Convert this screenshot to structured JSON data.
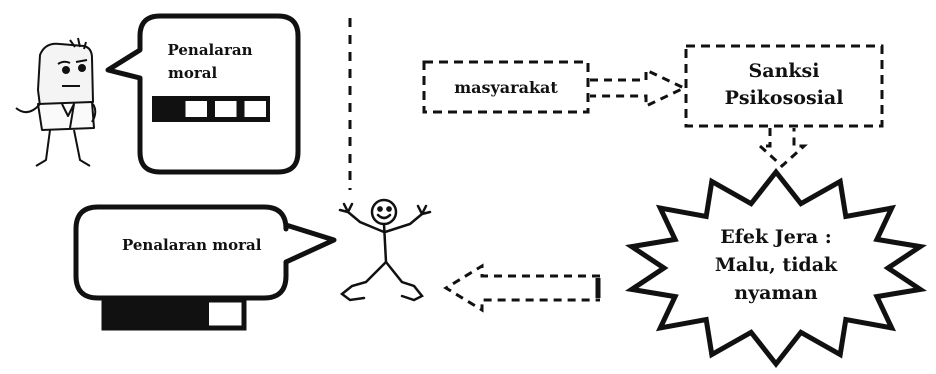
{
  "top_bubble": {
    "lines": [
      "Penalaran",
      "moral"
    ],
    "meter": {
      "filled": 1,
      "total": 4
    }
  },
  "bottom_bubble": {
    "label": "Penalaran moral",
    "meter_fill_fraction": 0.75
  },
  "masyarakat_box": {
    "label": "masyarakat"
  },
  "sanksi_box": {
    "lines": [
      "Sanksi",
      "Psikososial"
    ]
  },
  "burst": {
    "lines": [
      "Efek Jera :",
      "Malu, tidak",
      "nyaman"
    ]
  },
  "colors": {
    "stroke": "#111111",
    "fill": "#ffffff"
  }
}
